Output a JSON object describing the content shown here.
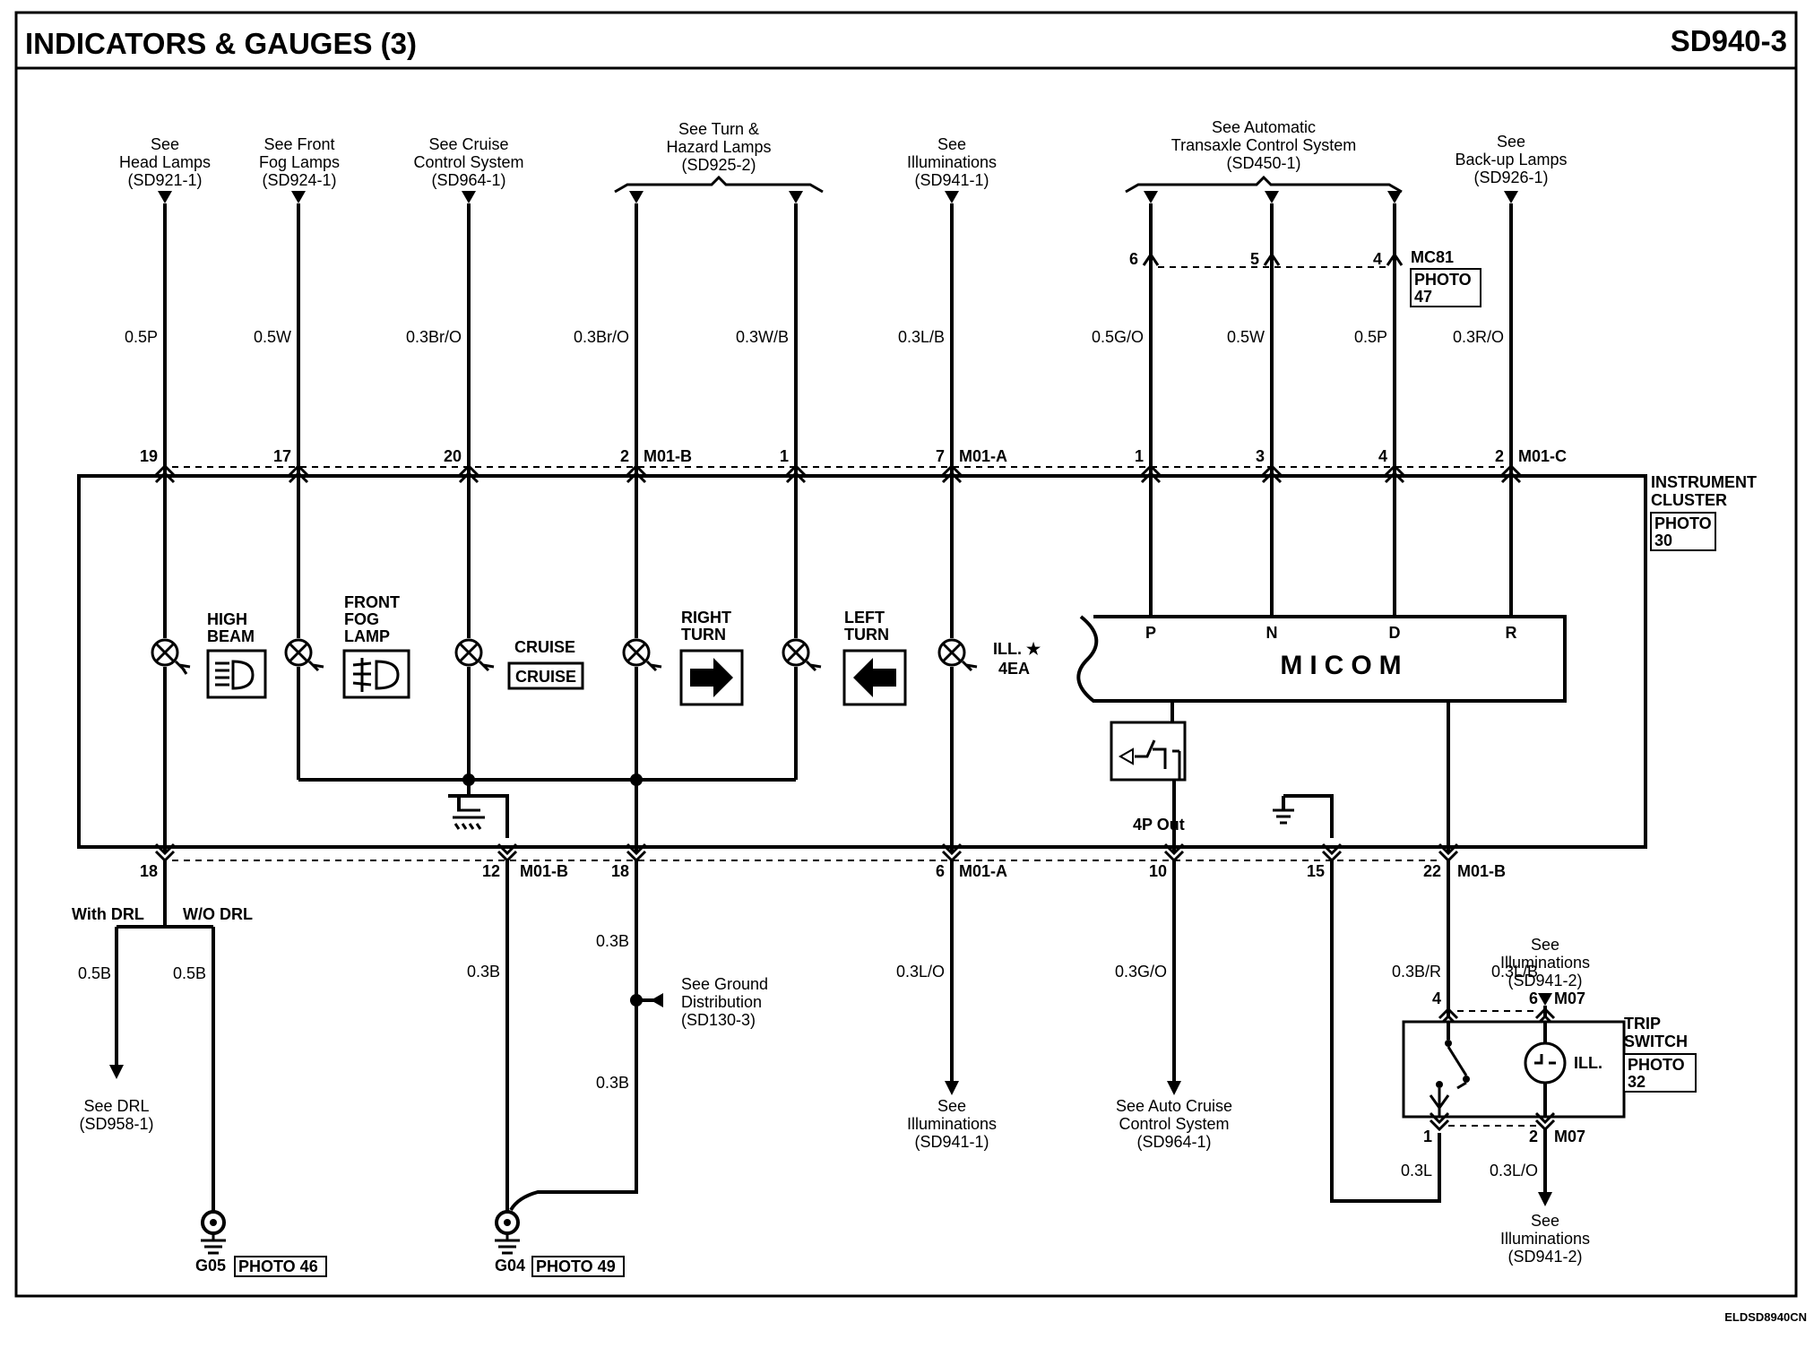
{
  "header": {
    "title": "INDICATORS & GAUGES (3)",
    "code": "SD940-3"
  },
  "footer_code": "ELDSD8940CN",
  "refs": {
    "head_lamps": [
      "See",
      "Head Lamps",
      "(SD921-1)"
    ],
    "front_fog": [
      "See Front",
      "Fog Lamps",
      "(SD924-1)"
    ],
    "cruise": [
      "See Cruise",
      "Control System",
      "(SD964-1)"
    ],
    "turn_hazard": [
      "See Turn &",
      "Hazard Lamps",
      "(SD925-2)"
    ],
    "illuminations_top": [
      "See",
      "Illuminations",
      "(SD941-1)"
    ],
    "auto_transaxle": [
      "See Automatic",
      "Transaxle Control System",
      "(SD450-1)"
    ],
    "backup": [
      "See",
      "Back-up Lamps",
      "(SD926-1)"
    ],
    "drl": [
      "See DRL",
      "(SD958-1)"
    ],
    "ground_dist": [
      "See Ground",
      "Distribution",
      "(SD130-3)"
    ],
    "illuminations_bottom": [
      "See",
      "Illuminations",
      "(SD941-1)"
    ],
    "auto_cruise": [
      "See Auto Cruise",
      "Control System",
      "(SD964-1)"
    ],
    "illum_trip_top": [
      "See",
      "Illuminations",
      "(SD941-2)"
    ],
    "illum_trip_bottom": [
      "See",
      "Illuminations",
      "(SD941-2)"
    ]
  },
  "wires_top": {
    "hl": "0.5P",
    "fog": "0.5W",
    "cruise": "0.3Br/O",
    "rt": "0.3Br/O",
    "lt": "0.3W/B",
    "ill": "0.3L/B",
    "p": "0.5G/O",
    "n": "0.5W",
    "d": "0.5P",
    "r": "0.3R/O"
  },
  "mc81": {
    "pins": [
      "6",
      "5",
      "4"
    ],
    "name": "MC81",
    "photo": [
      "PHOTO",
      "47"
    ]
  },
  "pins_top": {
    "hl": "19",
    "fog": "17",
    "cruise": "20",
    "rt": "2",
    "lt": "1",
    "ill": "7",
    "p": "1",
    "n": "3",
    "d": "4",
    "r": "2",
    "m01b": "M01-B",
    "m01a": "M01-A",
    "m01c": "M01-C"
  },
  "cluster": {
    "name": [
      "INSTRUMENT",
      "CLUSTER"
    ],
    "photo": [
      "PHOTO",
      "30"
    ]
  },
  "indicators": {
    "high_beam": [
      "HIGH",
      "BEAM"
    ],
    "front_fog": [
      "FRONT",
      "FOG",
      "LAMP"
    ],
    "cruise": "CRUISE",
    "cruise_box": "CRUISE",
    "right_turn": [
      "RIGHT",
      "TURN"
    ],
    "left_turn": [
      "LEFT",
      "TURN"
    ],
    "ill": [
      "ILL. ★",
      "4EA"
    ]
  },
  "micom": {
    "label": "MICOM",
    "pins": [
      "P",
      "N",
      "D",
      "R"
    ],
    "out": "4P Out"
  },
  "pins_bottom": {
    "hl": "18",
    "gnd": "12",
    "m01b": "M01-B",
    "gnd2": "18",
    "ill": "6",
    "m01a": "M01-A",
    "cruise": "10",
    "trip_l": "15",
    "trip_r": "22",
    "m01b2": "M01-B"
  },
  "drl": {
    "with": "With DRL",
    "without": "W/O DRL",
    "wire1": "0.5B",
    "wire2": "0.5B"
  },
  "wires_bottom": {
    "gnd1": "0.3B",
    "gnd2": "0.3B",
    "gnd3": "0.3B",
    "ill": "0.3L/O",
    "cruise": "0.3G/O",
    "trip1": "0.3B/R",
    "trip2": "0.3L/B",
    "trip3": "0.3L",
    "trip4": "0.3L/O"
  },
  "grounds": {
    "g05": "G05",
    "g05_photo": "PHOTO 46",
    "g04": "G04",
    "g04_photo": "PHOTO 49"
  },
  "trip": {
    "name": [
      "TRIP",
      "SWITCH"
    ],
    "photo": [
      "PHOTO",
      "32"
    ],
    "ill": "ILL.",
    "pins_top": [
      "4",
      "6"
    ],
    "conn_top": "M07",
    "pins_bottom": [
      "1",
      "2"
    ],
    "conn_bottom": "M07"
  }
}
